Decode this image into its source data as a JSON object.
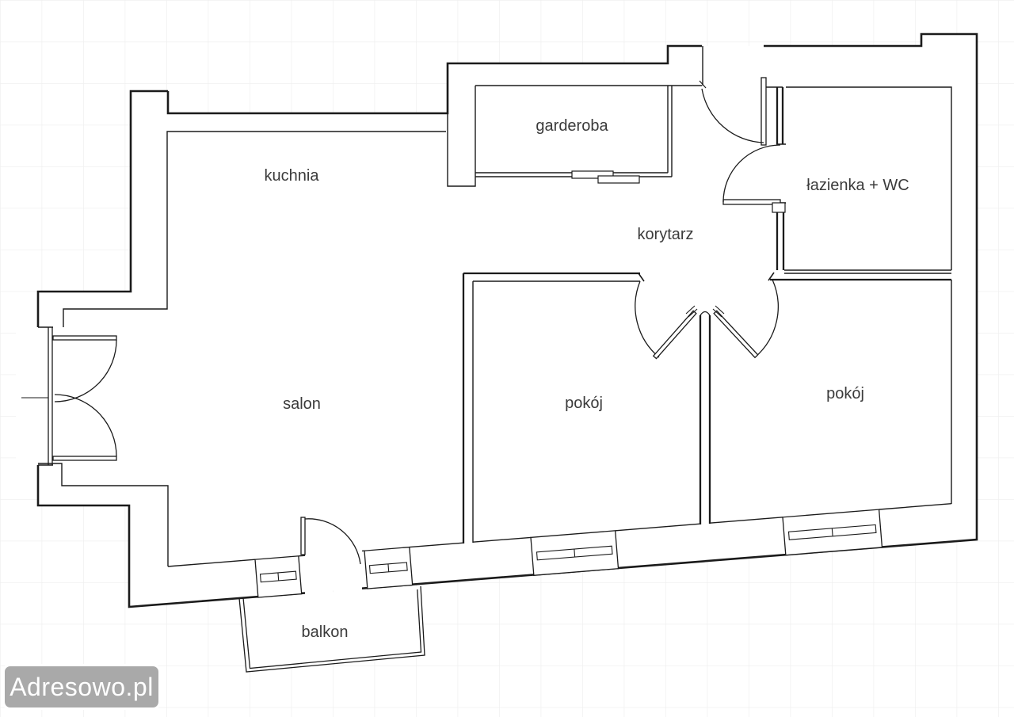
{
  "plan": {
    "rooms": [
      {
        "id": "kuchnia",
        "label": "kuchnia"
      },
      {
        "id": "garderoba",
        "label": "garderoba"
      },
      {
        "id": "lazienka",
        "label": "łazienka + WC"
      },
      {
        "id": "korytarz",
        "label": "korytarz"
      },
      {
        "id": "salon",
        "label": "salon"
      },
      {
        "id": "pokoj-left",
        "label": "pokój"
      },
      {
        "id": "pokoj-right",
        "label": "pokój"
      },
      {
        "id": "balkon",
        "label": "balkon"
      }
    ]
  },
  "watermark": {
    "text": "Adresowo.pl"
  },
  "colors": {
    "wall": "#1b1b1b",
    "label_text": "#3b3b3b",
    "grid": "#f0f0f0",
    "background": "#ffffff",
    "watermark_bg": "#a9a9a9",
    "watermark_text": "#ffffff"
  }
}
